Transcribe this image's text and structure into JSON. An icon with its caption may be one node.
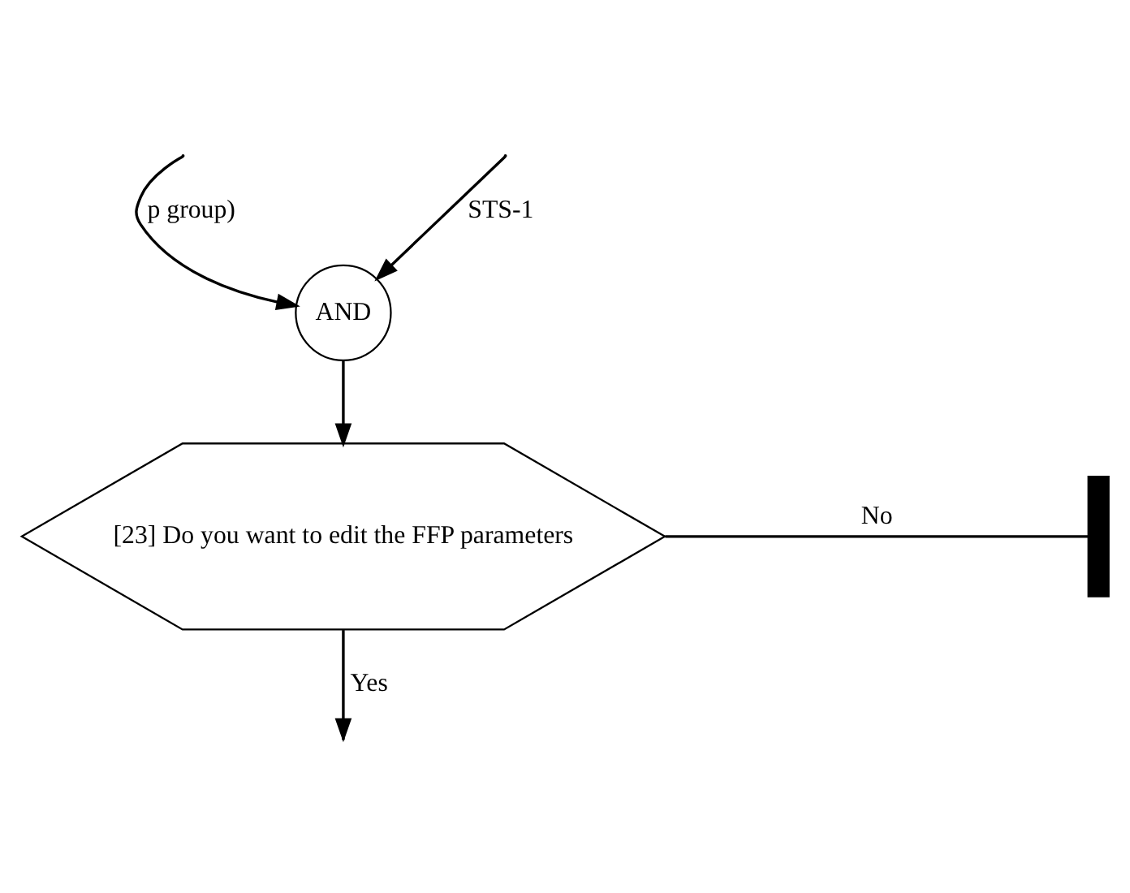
{
  "diagram": {
    "nodes": [
      {
        "text": [
          "AND"
        ]
      },
      {
        "text": [
          "[23] Do you want to edit the FFP parameters"
        ]
      },
      {
        "text": [],
        "shape": "bar"
      }
    ],
    "edges": [
      {
        "from": null,
        "to": 0,
        "arrow": "to",
        "label": "p group)"
      },
      {
        "from": null,
        "to": 0,
        "arrow": "to",
        "label": "STS-1"
      },
      {
        "from": 0,
        "to": 1,
        "arrow": "to"
      },
      {
        "from": 1,
        "to": 2,
        "arrow": "none",
        "label": "No"
      },
      {
        "from": 1,
        "to": null,
        "arrow": "to",
        "label": "Yes"
      }
    ]
  }
}
